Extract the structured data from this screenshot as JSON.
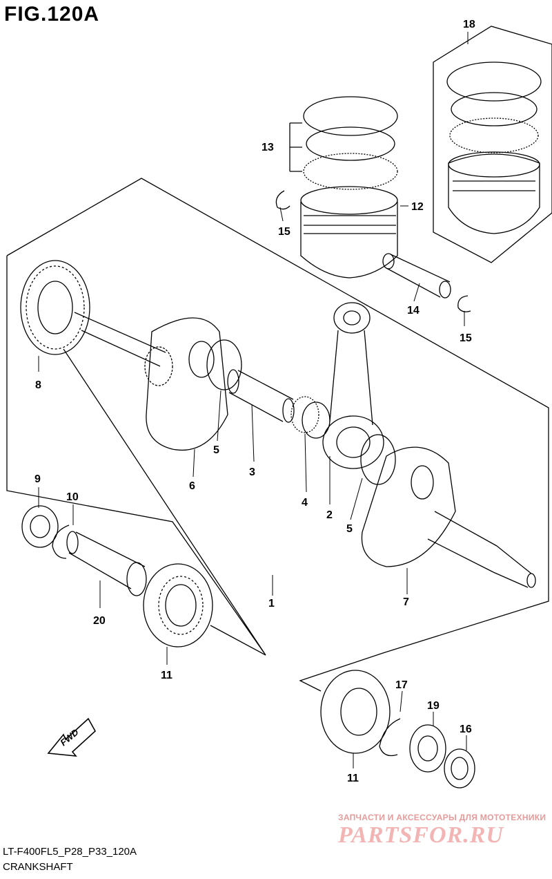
{
  "figure": {
    "title": "FIG.120A",
    "reference_code": "LT-F400FL5_P28_P33_120A",
    "section_name": "CRANKSHAFT",
    "direction_label": "FWD"
  },
  "watermark": {
    "tagline": "ЗАПЧАСТИ И АКСЕССУАРЫ ДЛЯ МОТОТЕХНИКИ",
    "logo": "PARTSFOR.RU"
  },
  "callouts": {
    "c1": "1",
    "c2": "2",
    "c3": "3",
    "c4": "4",
    "c5a": "5",
    "c5b": "5",
    "c6": "6",
    "c7": "7",
    "c8": "8",
    "c9": "9",
    "c10": "10",
    "c11a": "11",
    "c11b": "11",
    "c12": "12",
    "c13": "13",
    "c14": "14",
    "c15a": "15",
    "c15b": "15",
    "c16": "16",
    "c17": "17",
    "c18": "18",
    "c19": "19",
    "c20": "20"
  },
  "colors": {
    "line": "#000000",
    "watermark": "#f3b4b4"
  }
}
